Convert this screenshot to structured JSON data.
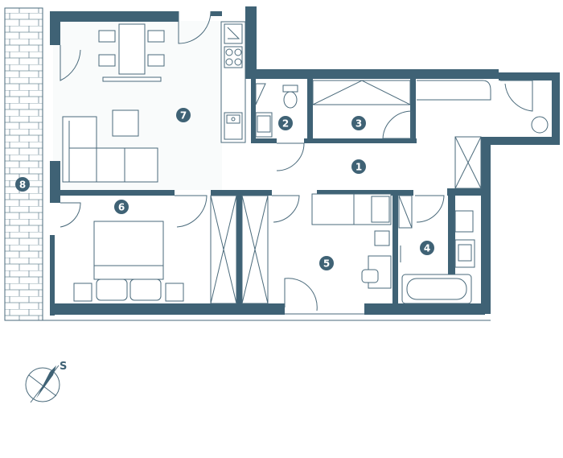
{
  "colors": {
    "wall": "#3f6275",
    "line": "#4a6a7b",
    "fill_light": "#f4f7f8",
    "badge": "#3f6275",
    "badge_text": "#ffffff"
  },
  "rooms": [
    {
      "id": "hall",
      "number": "1"
    },
    {
      "id": "wc",
      "number": "2"
    },
    {
      "id": "storage",
      "number": "3"
    },
    {
      "id": "bathroom",
      "number": "4"
    },
    {
      "id": "room",
      "number": "5"
    },
    {
      "id": "bedroom",
      "number": "6"
    },
    {
      "id": "living-kitchen",
      "number": "7"
    },
    {
      "id": "balcony",
      "number": "8"
    }
  ],
  "compass": {
    "label": "S",
    "icon": "compass-icon"
  }
}
